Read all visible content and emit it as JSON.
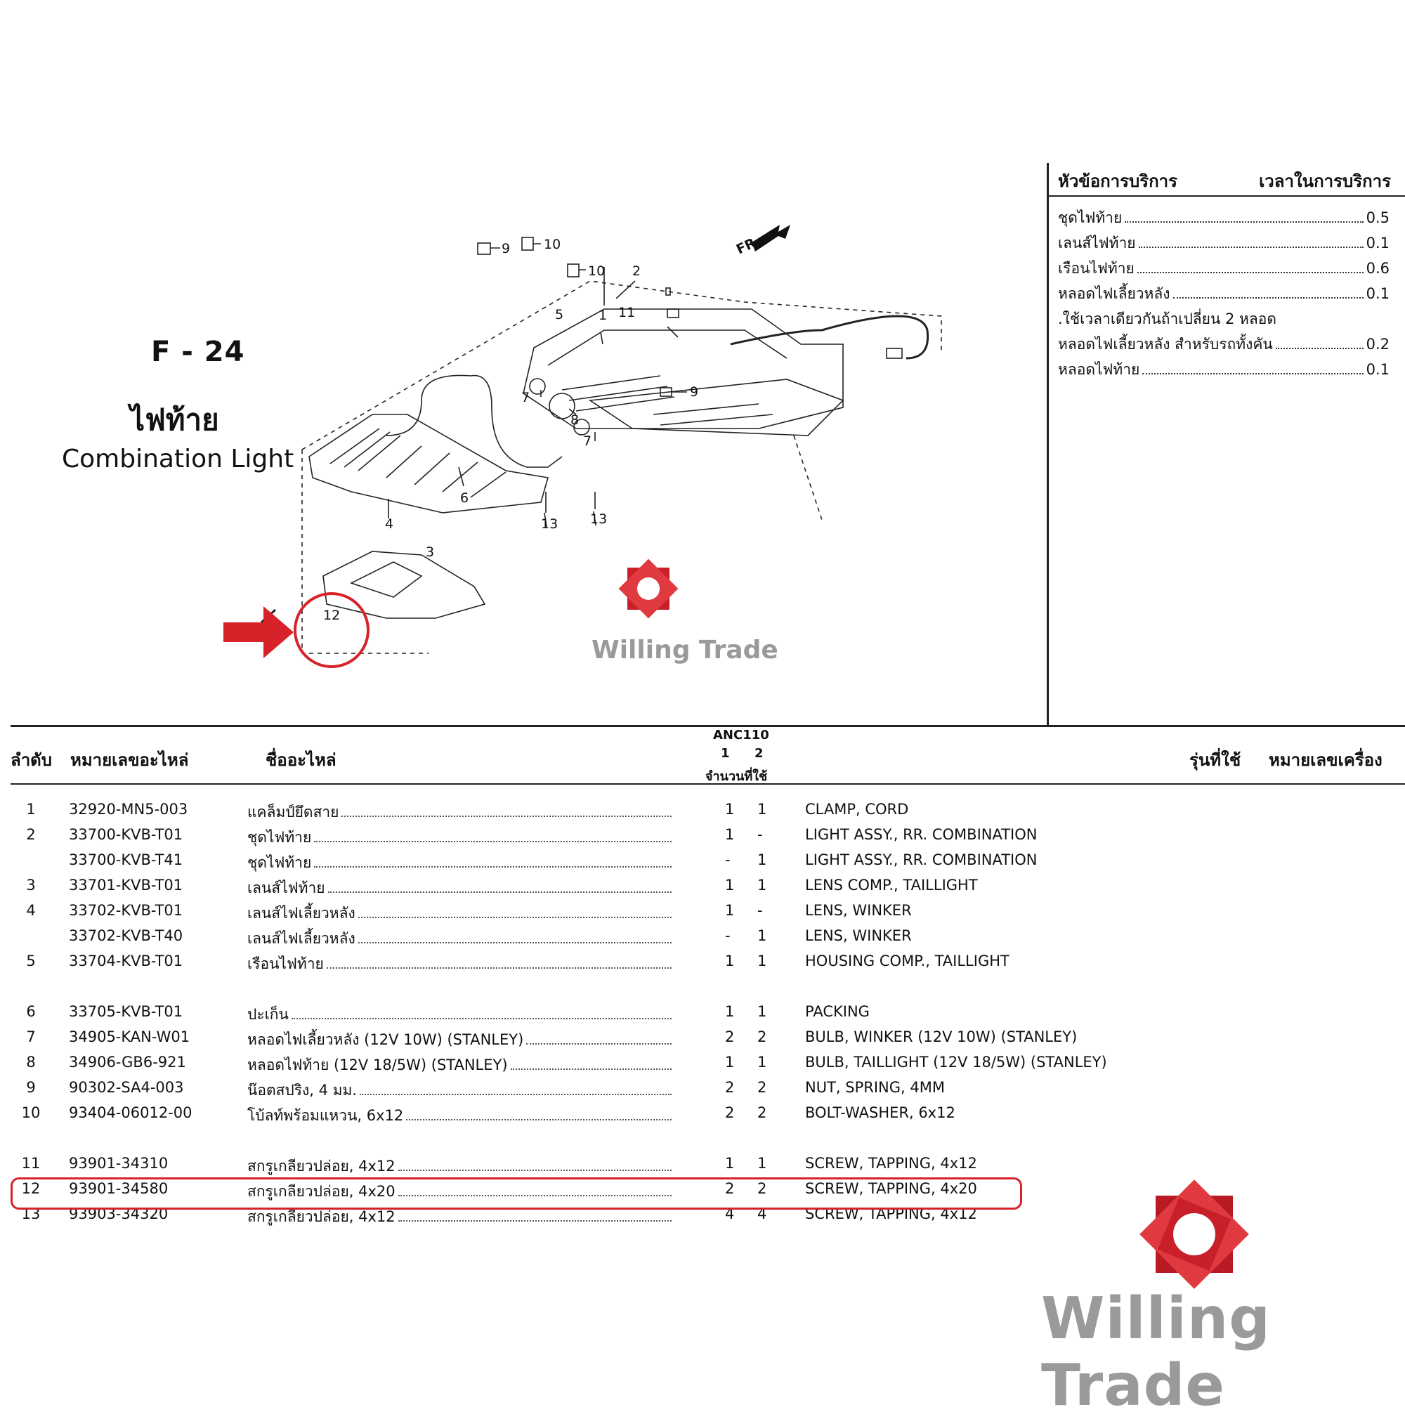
{
  "header": {
    "figure_code": "F - 24",
    "title_th": "ไฟท้าย",
    "title_en": "Combination Light"
  },
  "service_panel": {
    "heading_left": "หัวข้อการบริการ",
    "heading_right": "เวลาในการบริการ",
    "items": [
      {
        "label": "ชุดไฟท้าย",
        "value": "0.5"
      },
      {
        "label": "เลนส์ไฟท้าย",
        "value": "0.1"
      },
      {
        "label": "เรือนไฟท้าย",
        "value": "0.6"
      },
      {
        "label": "หลอดไฟเลี้ยวหลัง",
        "value": "0.1"
      },
      {
        "label": ".ใช้เวลาเดียวกันถ้าเปลี่ยน 2 หลอด",
        "value": ""
      },
      {
        "label": "หลอดไฟเลี้ยวหลัง สำหรับรถทั้งคัน",
        "value": "0.2"
      },
      {
        "label": "หลอดไฟท้าย",
        "value": "0.1"
      }
    ]
  },
  "diagram": {
    "front_marker": "FR.",
    "callouts": [
      "1",
      "2",
      "3",
      "4",
      "5",
      "6",
      "7",
      "7",
      "8",
      "9",
      "9",
      "10",
      "10",
      "11",
      "12",
      "13",
      "13"
    ],
    "highlighted_part": "12",
    "colors": {
      "highlight": "#d8222a",
      "line": "#222222"
    }
  },
  "table": {
    "headers": {
      "no": "ลำดับ",
      "part_no": "หมายเลขอะไหล่",
      "name": "ชื่ออะไหล่",
      "model": "ANC110",
      "col1": "1",
      "col2": "2",
      "qty": "จำนวนที่ใช้",
      "usage": "รุ่นที่ใช้",
      "engine_no": "หมายเลขเครื่อง"
    },
    "rows": [
      {
        "no": "1",
        "part_no": "32920-MN5-003",
        "name_th": "แคล็มป์ยึดสาย",
        "q1": "1",
        "q2": "1",
        "name_en": "CLAMP, CORD"
      },
      {
        "no": "2",
        "part_no": "33700-KVB-T01",
        "name_th": "ชุดไฟท้าย",
        "q1": "1",
        "q2": "-",
        "name_en": "LIGHT ASSY., RR. COMBINATION"
      },
      {
        "no": "",
        "part_no": "33700-KVB-T41",
        "name_th": "ชุดไฟท้าย",
        "q1": "-",
        "q2": "1",
        "name_en": "LIGHT ASSY., RR. COMBINATION"
      },
      {
        "no": "3",
        "part_no": "33701-KVB-T01",
        "name_th": "เลนส์ไฟท้าย",
        "q1": "1",
        "q2": "1",
        "name_en": "LENS COMP., TAILLIGHT"
      },
      {
        "no": "4",
        "part_no": "33702-KVB-T01",
        "name_th": "เลนส์ไฟเลี้ยวหลัง",
        "q1": "1",
        "q2": "-",
        "name_en": "LENS, WINKER"
      },
      {
        "no": "",
        "part_no": "33702-KVB-T40",
        "name_th": "เลนส์ไฟเลี้ยวหลัง",
        "q1": "-",
        "q2": "1",
        "name_en": "LENS, WINKER"
      },
      {
        "no": "5",
        "part_no": "33704-KVB-T01",
        "name_th": "เรือนไฟท้าย",
        "q1": "1",
        "q2": "1",
        "name_en": "HOUSING COMP., TAILLIGHT"
      },
      {
        "no": "6",
        "part_no": "33705-KVB-T01",
        "name_th": "ปะเก็น",
        "q1": "1",
        "q2": "1",
        "name_en": "PACKING"
      },
      {
        "no": "7",
        "part_no": "34905-KAN-W01",
        "name_th": "หลอดไฟเลี้ยวหลัง (12V 10W) (STANLEY)",
        "q1": "2",
        "q2": "2",
        "name_en": "BULB, WINKER (12V 10W) (STANLEY)"
      },
      {
        "no": "8",
        "part_no": "34906-GB6-921",
        "name_th": "หลอดไฟท้าย (12V 18/5W) (STANLEY)",
        "q1": "1",
        "q2": "1",
        "name_en": "BULB, TAILLIGHT (12V 18/5W) (STANLEY)"
      },
      {
        "no": "9",
        "part_no": "90302-SA4-003",
        "name_th": "น๊อตสปริง, 4 มม.",
        "q1": "2",
        "q2": "2",
        "name_en": "NUT, SPRING, 4MM"
      },
      {
        "no": "10",
        "part_no": "93404-06012-00",
        "name_th": "โบ้ลท์พร้อมแหวน, 6x12",
        "q1": "2",
        "q2": "2",
        "name_en": "BOLT-WASHER, 6x12"
      },
      {
        "no": "11",
        "part_no": "93901-34310",
        "name_th": "สกรูเกลียวปล่อย, 4x12",
        "q1": "1",
        "q2": "1",
        "name_en": "SCREW, TAPPING, 4x12"
      },
      {
        "no": "12",
        "part_no": "93901-34580",
        "name_th": "สกรูเกลียวปล่อย, 4x20",
        "q1": "2",
        "q2": "2",
        "name_en": "SCREW, TAPPING, 4x20"
      },
      {
        "no": "13",
        "part_no": "93903-34320",
        "name_th": "สกรูเกลียวปล่อย, 4x12",
        "q1": "4",
        "q2": "4",
        "name_en": "SCREW, TAPPING, 4x12"
      }
    ]
  },
  "watermark": {
    "brand": "Willing Trade",
    "color": "#c81f28"
  }
}
